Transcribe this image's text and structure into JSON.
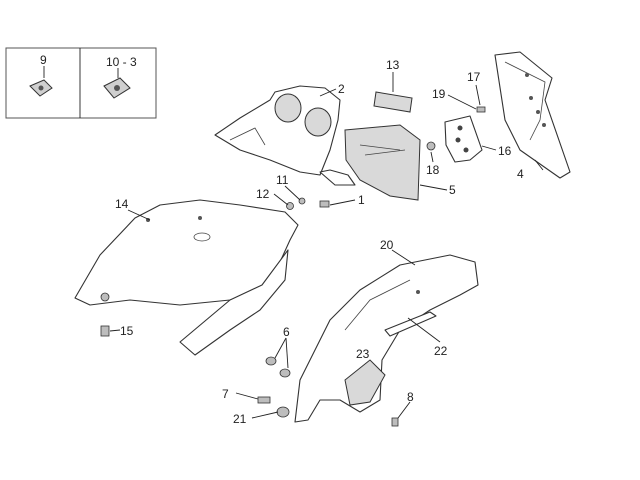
{
  "diagram": {
    "callouts": {
      "c1": "1",
      "c2": "2",
      "c4": "4",
      "c5": "5",
      "c6": "6",
      "c7": "7",
      "c8": "8",
      "c9": "9",
      "c10_3": "10 - 3",
      "c11": "11",
      "c12": "12",
      "c13": "13",
      "c14": "14",
      "c15": "15",
      "c16": "16",
      "c17": "17",
      "c18": "18",
      "c19": "19",
      "c20": "20",
      "c21": "21",
      "c22": "22",
      "c23": "23"
    }
  }
}
